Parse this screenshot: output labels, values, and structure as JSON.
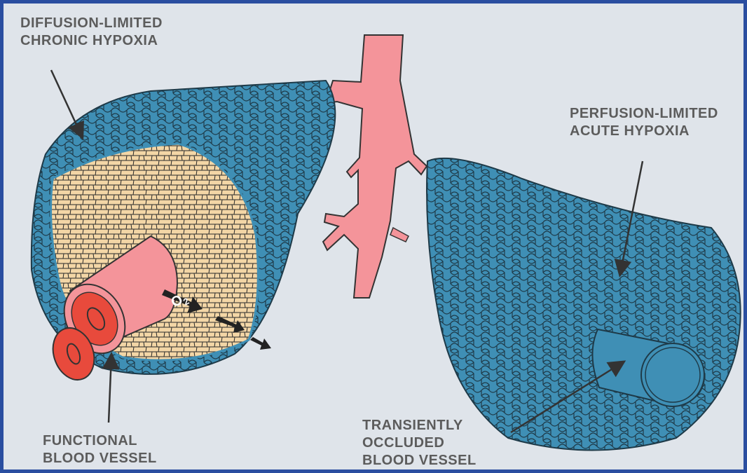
{
  "labels": {
    "diffusion": [
      "DIFFUSION-LIMITED",
      "CHRONIC HYPOXIA"
    ],
    "perfusion": [
      "PERFUSION-LIMITED",
      "ACUTE HYPOXIA"
    ],
    "functional": [
      "FUNCTIONAL",
      "BLOOD VESSEL"
    ],
    "occluded": [
      "TRANSIENTLY",
      "OCCLUDED",
      "BLOOD VESSEL"
    ],
    "oxygen": {
      "symbol": "O",
      "subscript": "2"
    }
  },
  "colors": {
    "frame": "#2a4ea0",
    "background": "#dfe4ea",
    "tumor_cells": "#3f8fb5",
    "normoxic_core": "#f3d6a6",
    "vessel": "#f4949a",
    "vessel_lumen": "#e84a3c",
    "label_text": "#5c5c5c"
  }
}
